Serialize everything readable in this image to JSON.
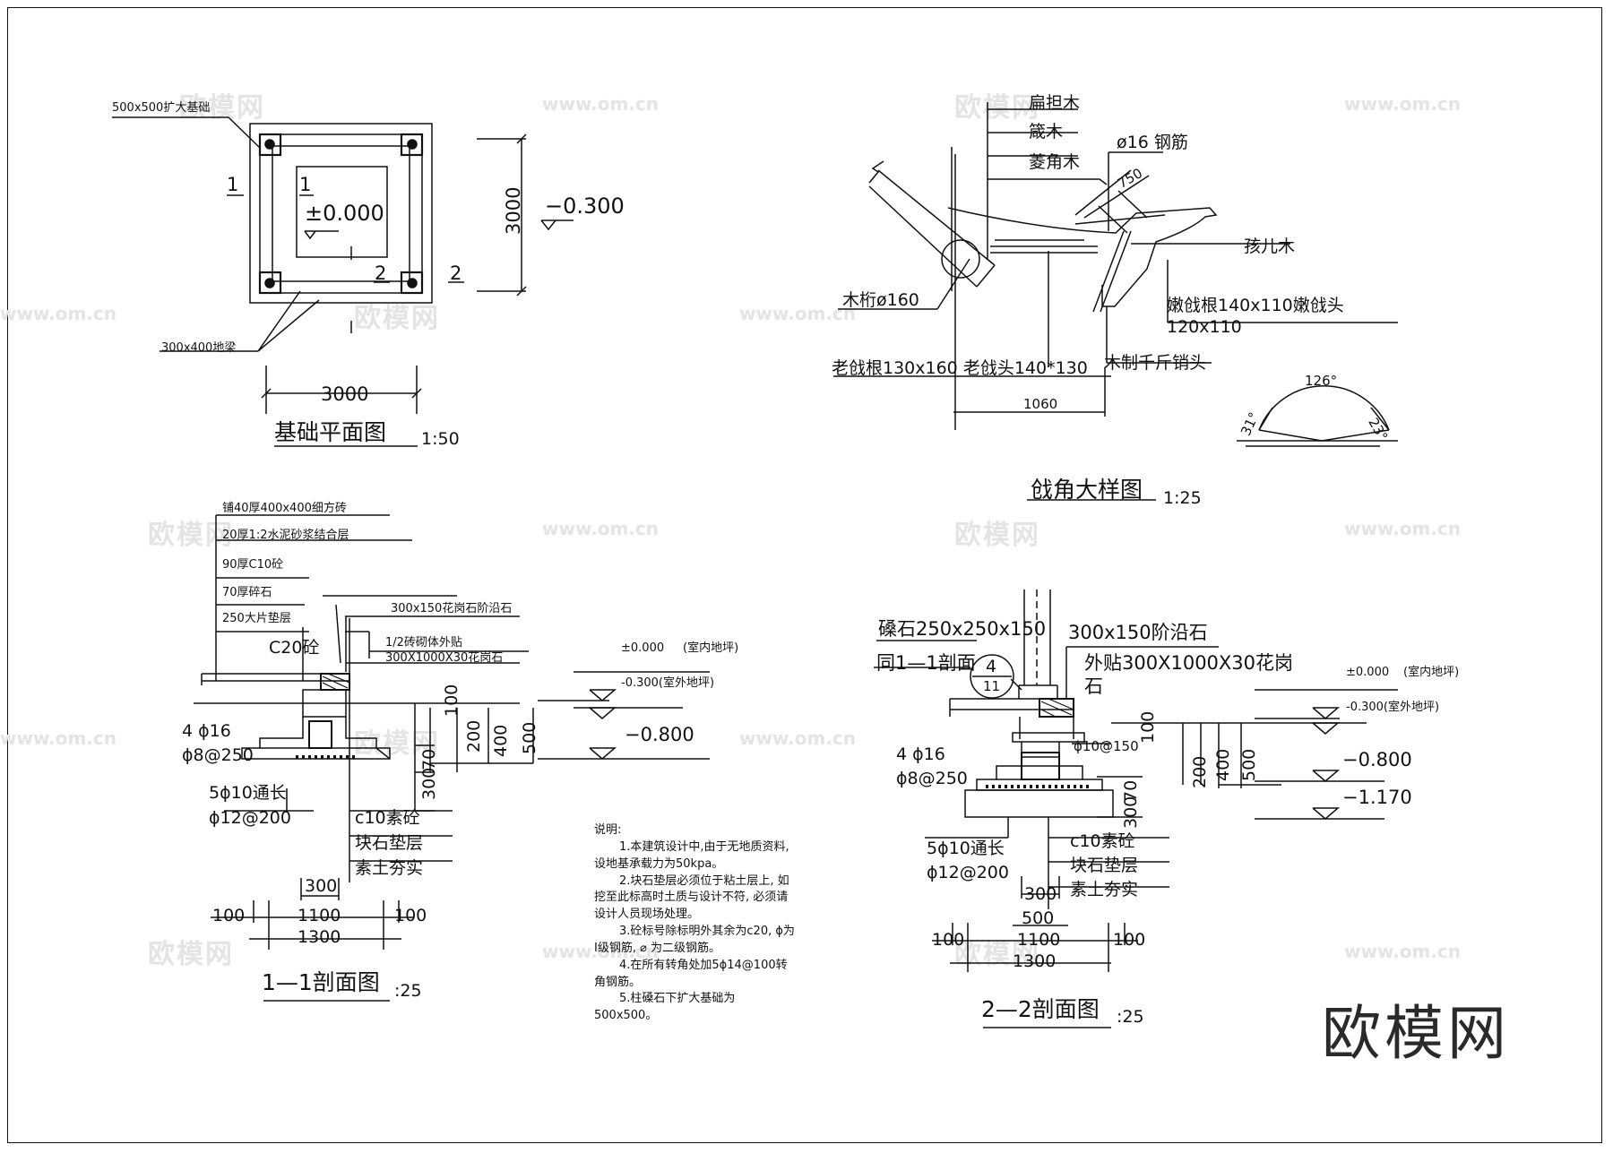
{
  "watermark": {
    "logo": "欧模网",
    "url": "www.om.cn",
    "brand": "欧模网"
  },
  "plan": {
    "title": "基础平面图",
    "scale": "1:50",
    "label_footing": "500x500扩大基础",
    "label_beam": "300x400地梁",
    "dim_width": "3000",
    "dim_height": "3000",
    "elev_inner": "±0.000",
    "elev_outer": "−0.300",
    "cut_1": "1",
    "cut_2": "2"
  },
  "eave": {
    "title": "戗角大样图",
    "scale": "1:25",
    "labels": {
      "a": "扁担木",
      "b": "箴木",
      "c": "菱角木",
      "rebar": "ø16 钢筋",
      "d750": "750",
      "child": "孩儿木",
      "purlin": "木桁ø160",
      "nen": "嫩戗根140x110嫩戗头",
      "nen2": "120x110",
      "lao": "老戗根130x160 老戗头140*130",
      "pin": "木制千斤销头",
      "d1060": "1060",
      "a126": "126°",
      "a31": "31°",
      "a23": "23°"
    }
  },
  "sec1": {
    "title": "1—1剖面图",
    "scale": ":25",
    "layers": [
      "铺40厚400x400细方砖",
      "20厚1:2水泥砂浆结合层",
      "90厚C10砼",
      "70厚碎石",
      "250大片垫层"
    ],
    "c20": "C20砼",
    "stone": "300x150花岗石阶沿石",
    "brick": "1/2砖砌体外贴",
    "granite": "300X1000X30花岗石",
    "elev_in": "±0.000",
    "elev_in_note": "(室内地坪)",
    "elev_out": "-0.300(室外地坪)",
    "elev_low": "−0.800",
    "d100": "100",
    "d200": "200",
    "d400": "400",
    "d500": "500",
    "d70": "70",
    "d300": "300",
    "r1": "4 ϕ16",
    "r2": "ϕ8@250",
    "r3": "5ϕ10通长",
    "r4": "ϕ12@200",
    "base": [
      "c10素砼",
      "块石垫层",
      "素土夯实"
    ],
    "w300": "300",
    "w100a": "100",
    "w1100": "1100",
    "w100b": "100",
    "w1300": "1300"
  },
  "sec2": {
    "title": "2—2剖面图",
    "scale": ":25",
    "plinth": "磉石250x250x150",
    "ref": "同1—1剖面",
    "bubble_top": "4",
    "bubble_bot": "11",
    "stone": "300x150阶沿石",
    "granite": "外贴300X1000X30花岗",
    "granite2": "石",
    "stirrup": "ϕ10@150",
    "elev_in": "±0.000",
    "elev_in_note": "(室内地坪)",
    "elev_out": "-0.300(室外地坪)",
    "elev_low": "−0.800",
    "elev_low2": "−1.170",
    "d100": "100",
    "d200": "200",
    "d400": "400",
    "d500": "500",
    "d70": "70",
    "d300": "300",
    "r1": "4 ϕ16",
    "r2": "ϕ8@250",
    "r3": "5ϕ10通长",
    "r4": "ϕ12@200",
    "base": [
      "c10素砼",
      "块石垫层",
      "素土夯实"
    ],
    "w300": "300",
    "w500": "500",
    "w100a": "100",
    "w1100": "1100",
    "w100b": "100",
    "w1300": "1300"
  },
  "notes": {
    "heading": "说明:",
    "lines": [
      "1.本建筑设计中,由于无地质资料,",
      "设地基承载力为50kpa。",
      "2.块石垫层必须位于粘土层上, 如",
      "挖至此标高时土质与设计不符, 必须请",
      "设计人员现场处理。",
      "3.砼标号除标明外其余为c20, ϕ为",
      "I级钢筋, ⌀ 为二级钢筋。",
      "4.在所有转角处加5ϕ14@100转",
      "角钢筋。",
      "5.柱磉石下扩大基础为",
      "500x500。"
    ]
  }
}
